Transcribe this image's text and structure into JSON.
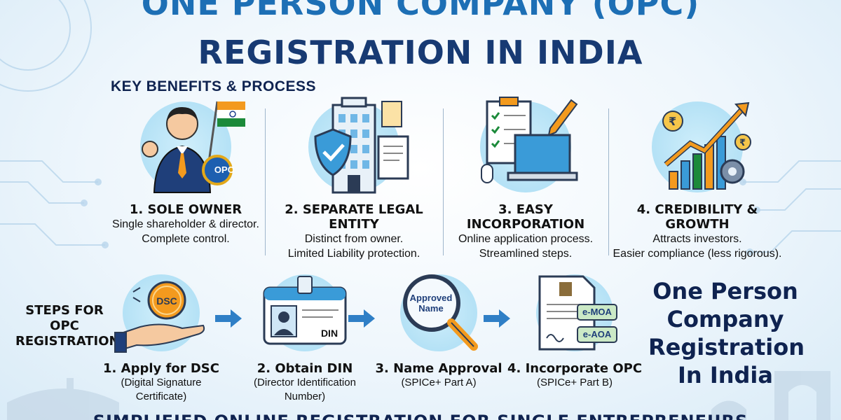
{
  "header": {
    "title_line1": "ONE PERSON COMPANY (OPC)",
    "title_line2": "REGISTRATION IN INDIA"
  },
  "benefits": {
    "heading": "KEY BENEFITS & PROCESS",
    "items": [
      {
        "title": "1. SOLE OWNER",
        "line1": "Single shareholder & director.",
        "line2": "Complete control.",
        "badge": "OPC",
        "icon": "businessman-flag-icon"
      },
      {
        "title": "2. SEPARATE LEGAL ENTITY",
        "line1": "Distinct from owner.",
        "line2": "Limited Liability protection.",
        "icon": "building-shield-icon"
      },
      {
        "title": "3. EASY INCORPORATION",
        "line1": "Online application process.",
        "line2": "Streamlined steps.",
        "icon": "laptop-checklist-icon"
      },
      {
        "title": "4. CREDIBILITY & GROWTH",
        "line1": "Attracts investors.",
        "line2": "Easier compliance (less rigorous).",
        "icon": "growth-chart-icon"
      }
    ]
  },
  "steps": {
    "heading": "STEPS FOR OPC REGISTRATION",
    "items": [
      {
        "title": "1. Apply for DSC",
        "line1": "(Digital Signature",
        "line2": "Certificate)",
        "badge": "DSC",
        "icon": "hand-dsc-coin-icon"
      },
      {
        "title": "2. Obtain DIN",
        "line1": "(Director Identification",
        "line2": "Number)",
        "badge": "DIN",
        "icon": "id-card-icon"
      },
      {
        "title": "3. Name Approval",
        "line1": "(SPICe+ Part A)",
        "line2": "",
        "badge": "Approved Name",
        "icon": "magnifier-icon"
      },
      {
        "title": "4. Incorporate OPC",
        "line1": "(SPICe+ Part B)",
        "line2": "",
        "badge1": "e-MOA",
        "badge2": "e-AOA",
        "icon": "certificate-icon"
      }
    ]
  },
  "side_title": {
    "line1": "One Person",
    "line2": "Company",
    "line3": "Registration",
    "line4": "In India"
  },
  "footer": {
    "tagline": "SIMPLIFIED ONLINE REGISTRATION FOR SINGLE ENTREPRENEURS"
  },
  "colors": {
    "title_blue": "#1d6fb5",
    "title_navy": "#173a73",
    "circle_bg": "#a9dcf3",
    "arrow_blue": "#2f7fc6",
    "orange": "#f39a1e"
  }
}
